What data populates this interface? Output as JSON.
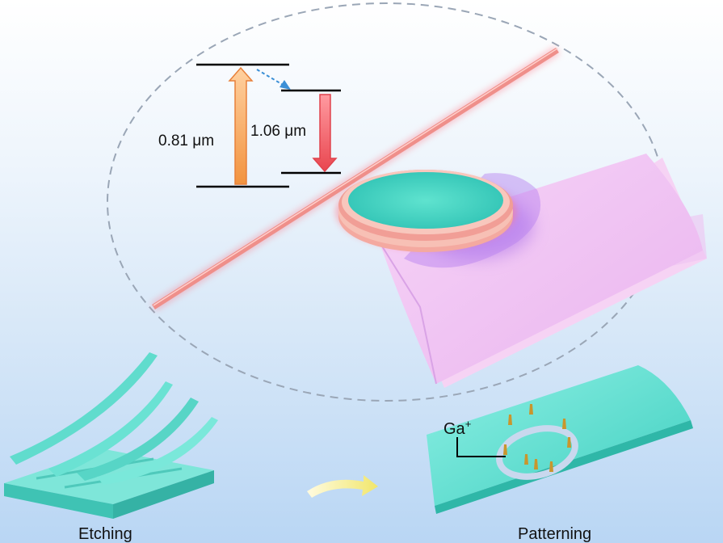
{
  "energy_levels": {
    "pump_wavelength": "0.81 μm",
    "emission_wavelength": "1.06 μm"
  },
  "ion_beam": {
    "label_base": "Ga",
    "label_charge": "+"
  },
  "steps": {
    "left_label": "Etching",
    "right_label": "Patterning"
  },
  "colors": {
    "waveguide": "#ef8f8a",
    "disk": "#56d8c8",
    "membrane": "#f0c6f3",
    "film": "#6fe0d3",
    "pump_arrow": "#f6a05a",
    "emission_arrow": "#f2696e",
    "dashed_ellipse": "#9aa6b6"
  }
}
